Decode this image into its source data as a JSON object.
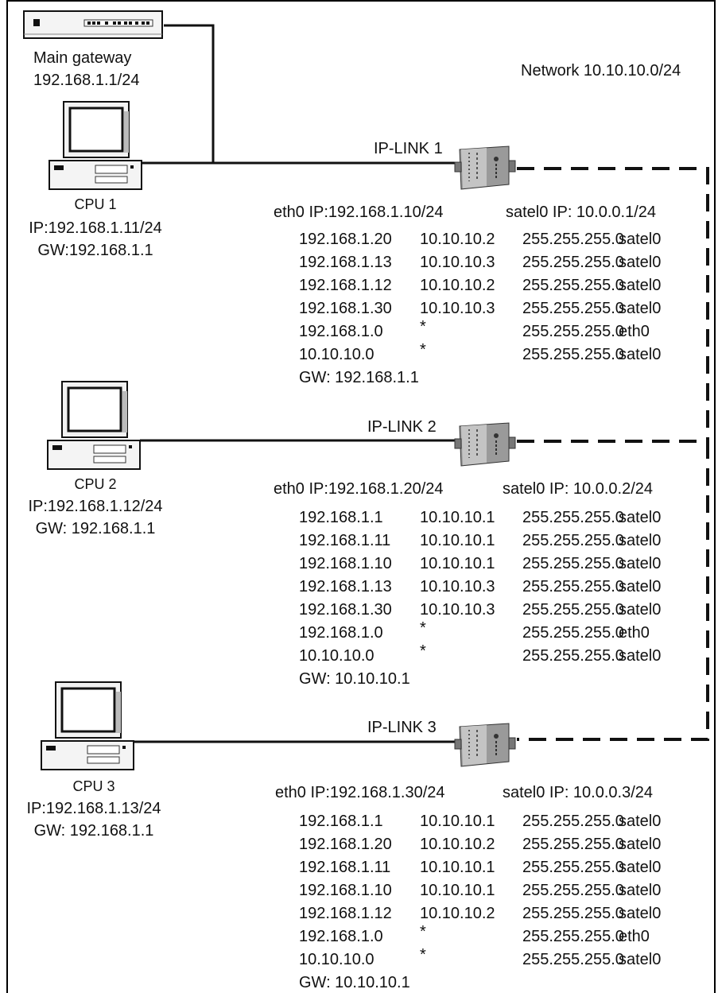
{
  "network_label": "Network 10.10.10.0/24",
  "gateway": {
    "name": "Main gateway",
    "address": "192.168.1.1/24"
  },
  "cpus": [
    {
      "name": "CPU 1",
      "ip": "IP:192.168.1.11/24",
      "gw": "GW:192.168.1.1"
    },
    {
      "name": "CPU 2",
      "ip": "IP:192.168.1.12/24",
      "gw": "GW: 192.168.1.1"
    },
    {
      "name": "CPU 3",
      "ip": "IP:192.168.1.13/24",
      "gw": "GW: 192.168.1.1"
    }
  ],
  "links": [
    {
      "name": "IP-LINK 1",
      "eth0": "eth0 IP:192.168.1.10/24",
      "satel0": "satel0 IP: 10.0.0.1/24",
      "routes": [
        [
          "192.168.1.20",
          "10.10.10.2",
          "255.255.255.0",
          "satel0"
        ],
        [
          "192.168.1.13",
          "10.10.10.3",
          "255.255.255.0",
          "satel0"
        ],
        [
          "192.168.1.12",
          "10.10.10.2",
          "255.255.255.0",
          "satel0"
        ],
        [
          "192.168.1.30",
          "10.10.10.3",
          "255.255.255.0",
          "satel0"
        ],
        [
          "192.168.1.0",
          "*",
          "255.255.255.0",
          "eth0"
        ],
        [
          "10.10.10.0",
          "*",
          "255.255.255.0",
          "satel0"
        ]
      ],
      "gw": "GW: 192.168.1.1"
    },
    {
      "name": "IP-LINK 2",
      "eth0": "eth0 IP:192.168.1.20/24",
      "satel0": "satel0 IP: 10.0.0.2/24",
      "routes": [
        [
          "192.168.1.1",
          "10.10.10.1",
          "255.255.255.0",
          "satel0"
        ],
        [
          "192.168.1.11",
          "10.10.10.1",
          "255.255.255.0",
          "satel0"
        ],
        [
          "192.168.1.10",
          "10.10.10.1",
          "255.255.255.0",
          "satel0"
        ],
        [
          "192.168.1.13",
          "10.10.10.3",
          "255.255.255.0",
          "satel0"
        ],
        [
          "192.168.1.30",
          "10.10.10.3",
          "255.255.255.0",
          "satel0"
        ],
        [
          "192.168.1.0",
          "*",
          "255.255.255.0",
          "eth0"
        ],
        [
          "10.10.10.0",
          "*",
          "255.255.255.0",
          "satel0"
        ]
      ],
      "gw": "GW: 10.10.10.1"
    },
    {
      "name": "IP-LINK 3",
      "eth0": "eth0 IP:192.168.1.30/24",
      "satel0": "satel0 IP: 10.0.0.3/24",
      "routes": [
        [
          "192.168.1.1",
          "10.10.10.1",
          "255.255.255.0",
          "satel0"
        ],
        [
          "192.168.1.20",
          "10.10.10.2",
          "255.255.255.0",
          "satel0"
        ],
        [
          "192.168.1.11",
          "10.10.10.1",
          "255.255.255.0",
          "satel0"
        ],
        [
          "192.168.1.10",
          "10.10.10.1",
          "255.255.255.0",
          "satel0"
        ],
        [
          "192.168.1.12",
          "10.10.10.2",
          "255.255.255.0",
          "satel0"
        ],
        [
          "192.168.1.0",
          "*",
          "255.255.255.0",
          "eth0"
        ],
        [
          "10.10.10.0",
          "*",
          "255.255.255.0",
          "satel0"
        ]
      ],
      "gw": "GW: 10.10.10.1"
    }
  ]
}
